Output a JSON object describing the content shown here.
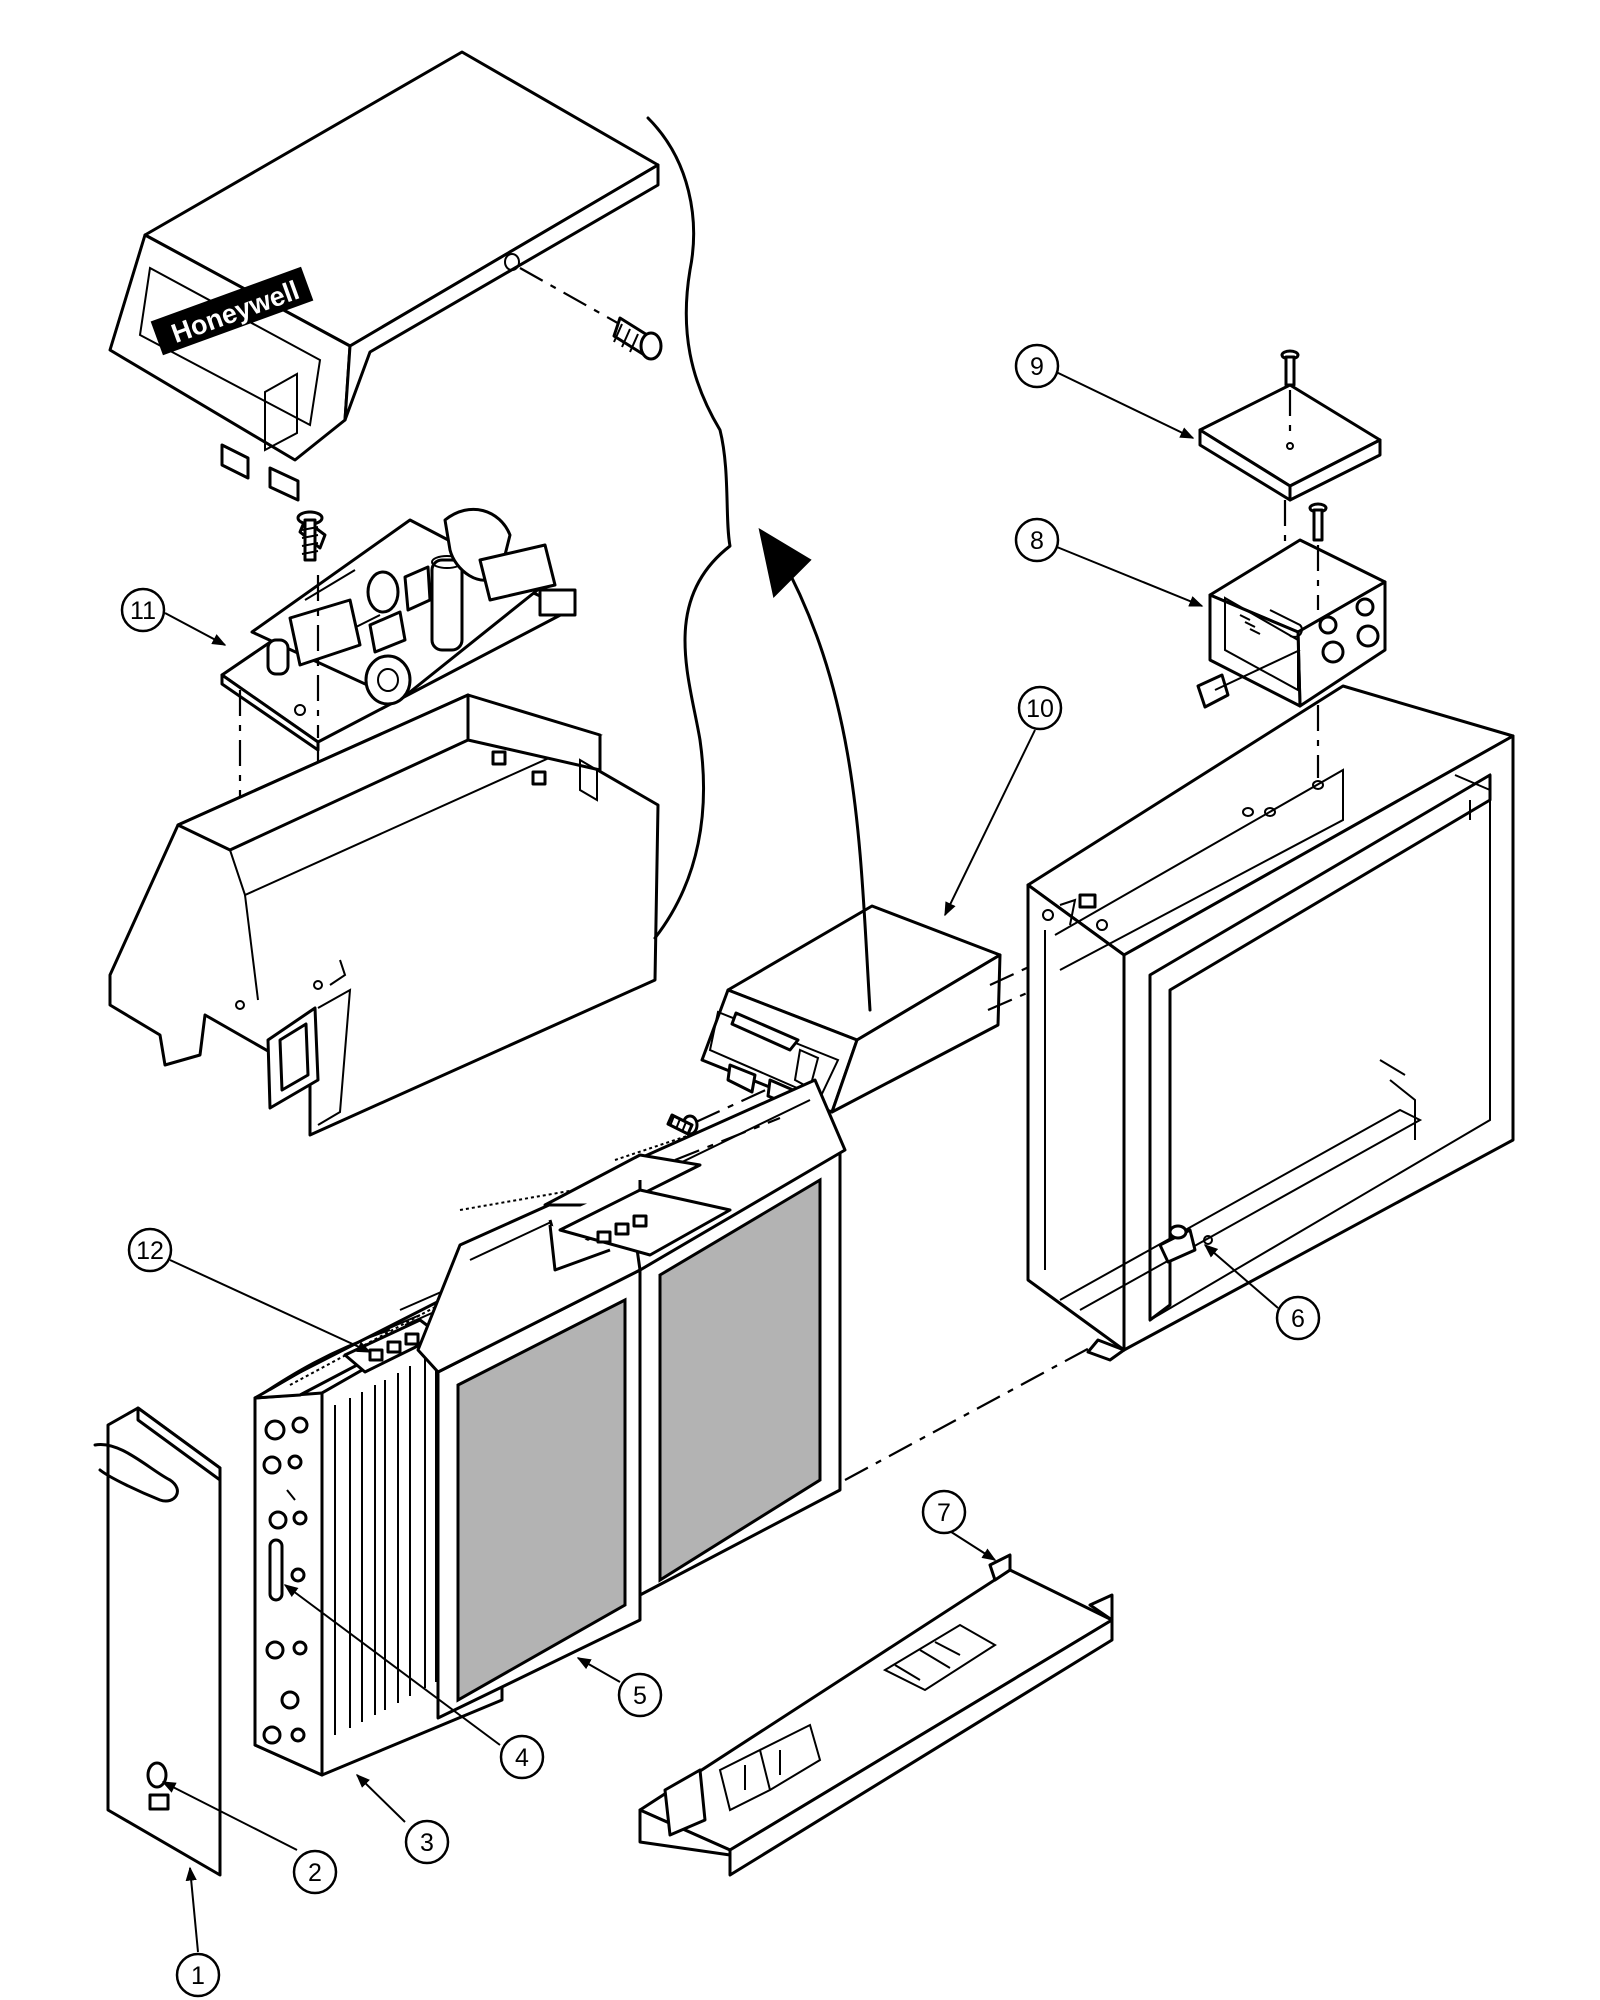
{
  "logo": {
    "text": "Honeywell"
  },
  "callouts": [
    {
      "id": "1",
      "label": "1"
    },
    {
      "id": "2",
      "label": "2"
    },
    {
      "id": "3",
      "label": "3"
    },
    {
      "id": "4",
      "label": "4"
    },
    {
      "id": "5",
      "label": "5"
    },
    {
      "id": "6",
      "label": "6"
    },
    {
      "id": "7",
      "label": "7"
    },
    {
      "id": "8",
      "label": "8"
    },
    {
      "id": "9",
      "label": "9"
    },
    {
      "id": "10",
      "label": "10"
    },
    {
      "id": "11",
      "label": "11"
    },
    {
      "id": "12",
      "label": "12"
    }
  ]
}
